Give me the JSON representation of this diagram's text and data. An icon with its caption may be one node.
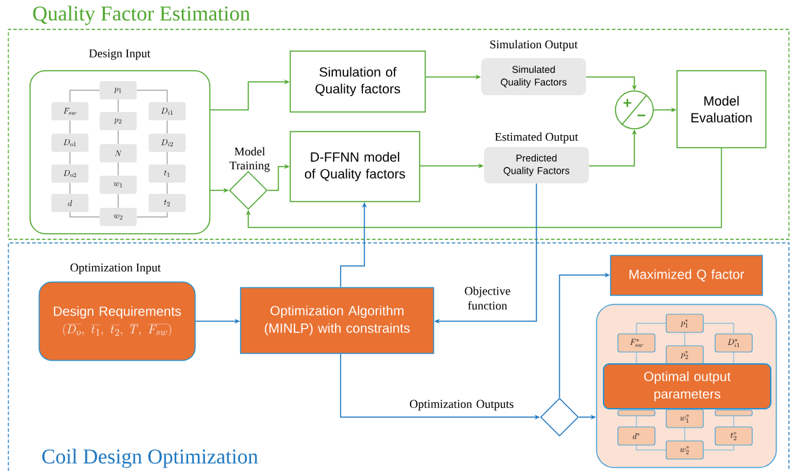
{
  "diagram": {
    "nodes": [
      {
        "text": [
          "Quality Factor Estimation"
        ]
      },
      {
        "text": [
          "Coil Design Optimization"
        ]
      },
      {
        "text": [
          "Design Input"
        ],
        "in": 0
      },
      {
        "text": [
          "p_1"
        ],
        "in": 2
      },
      {
        "text": [
          "F_{sw}"
        ],
        "in": 2
      },
      {
        "text": [
          "D_{i1}"
        ],
        "in": 2
      },
      {
        "text": [
          "p_2"
        ],
        "in": 2
      },
      {
        "text": [
          "D_{o1}"
        ],
        "in": 2
      },
      {
        "text": [
          "D_{i2}"
        ],
        "in": 2
      },
      {
        "text": [
          "N"
        ],
        "in": 2
      },
      {
        "text": [
          "D_{o2}"
        ],
        "in": 2
      },
      {
        "text": [
          "t_1"
        ],
        "in": 2
      },
      {
        "text": [
          "w_1"
        ],
        "in": 2
      },
      {
        "text": [
          "d"
        ],
        "in": 2
      },
      {
        "text": [
          "t_2"
        ],
        "in": 2
      },
      {
        "text": [
          "w_2"
        ],
        "in": 2
      },
      {
        "text": [
          "Simulation of Quality factors"
        ],
        "in": 0
      },
      {
        "text": [
          "Simulation Output",
          "Simulated Quality Factors"
        ],
        "in": 0
      },
      {
        "text": [],
        "shape": "diamond",
        "beside": [
          "Model Training"
        ],
        "in": 0
      },
      {
        "text": [
          "D-FFNN model of Quality factors"
        ],
        "in": 0
      },
      {
        "text": [
          "Estimated Output",
          "Predicted Quality Factors"
        ],
        "in": 0
      },
      {
        "text": [
          "+",
          "−"
        ],
        "in": 0
      },
      {
        "text": [
          "Model Evaluation"
        ],
        "in": 0
      },
      {
        "text": [
          "Optimization Input",
          "Design Requirements",
          "(\\overline{D_o},\\ \\overline{t_1},\\ \\overline{t_2},\\ \\overline{T},\\ \\overline{F_{sw}})"
        ],
        "in": 1
      },
      {
        "text": [
          "Optimization Algorithm (MINLP) with constraints"
        ],
        "in": 1
      },
      {
        "text": [],
        "shape": "diamond",
        "in": 1
      },
      {
        "text": [
          "Maximized Q factor"
        ],
        "in": 1
      },
      {
        "text": [],
        "shape": "box",
        "in": 1
      },
      {
        "text": [
          "p_1^*"
        ],
        "in": 27
      },
      {
        "text": [
          "F_{sw}^*"
        ],
        "in": 27
      },
      {
        "text": [
          "D_{i1}^*"
        ],
        "in": 27
      },
      {
        "text": [
          "p_2^*"
        ],
        "in": 27
      },
      {
        "text": [],
        "shape": "box",
        "in": 27
      },
      {
        "text": [],
        "shape": "box",
        "in": 27
      },
      {
        "text": [
          "w_1^*"
        ],
        "in": 27
      },
      {
        "text": [
          "d^*"
        ],
        "in": 27
      },
      {
        "text": [
          "t_2^*"
        ],
        "in": 27
      },
      {
        "text": [
          "w_2^*"
        ],
        "in": 27
      },
      {
        "text": [
          "Optimal output parameters"
        ],
        "in": 27
      }
    ],
    "edges": [
      {
        "from": 2,
        "to": 16,
        "arrow": "to",
        "color": "#4ea72e"
      },
      {
        "from": 2,
        "to": 18,
        "arrow": "to",
        "color": "#4ea72e"
      },
      {
        "from": 18,
        "to": 19,
        "arrow": "to",
        "color": "#4ea72e"
      },
      {
        "from": 16,
        "to": 17,
        "arrow": "to",
        "color": "#4ea72e"
      },
      {
        "from": 19,
        "to": 20,
        "arrow": "to",
        "color": "#4ea72e"
      },
      {
        "from": 17,
        "to": 21,
        "arrow": "to",
        "color": "#4ea72e"
      },
      {
        "from": 20,
        "to": 21,
        "arrow": "to",
        "color": "#4ea72e"
      },
      {
        "from": 21,
        "to": 22,
        "arrow": "to",
        "color": "#4ea72e"
      },
      {
        "from": 22,
        "to": 18,
        "arrow": "to",
        "color": "#4ea72e"
      },
      {
        "from": 23,
        "to": 24,
        "arrow": "to",
        "color": "#1f78c1"
      },
      {
        "from": 24,
        "to": 19,
        "arrow": "to",
        "color": "#1f78c1"
      },
      {
        "from": 20,
        "to": 24,
        "arrow": "to",
        "color": "#1f78c1",
        "label": "Objective function"
      },
      {
        "from": 24,
        "to": 25,
        "arrow": "to",
        "color": "#1f78c1",
        "label": "Optimization Outputs"
      },
      {
        "from": 25,
        "to": 26,
        "arrow": "to",
        "color": "#1f78c1"
      },
      {
        "from": 25,
        "to": 27,
        "arrow": "to",
        "color": "#1f78c1"
      },
      {
        "from": 3,
        "to": 4,
        "arrow": "none"
      },
      {
        "from": 3,
        "to": 6,
        "arrow": "none"
      },
      {
        "from": 3,
        "to": 5,
        "arrow": "none"
      },
      {
        "from": 4,
        "to": 7,
        "arrow": "none"
      },
      {
        "from": 7,
        "to": 10,
        "arrow": "none"
      },
      {
        "from": 10,
        "to": 13,
        "arrow": "none"
      },
      {
        "from": 13,
        "to": 15,
        "arrow": "none"
      },
      {
        "from": 6,
        "to": 9,
        "arrow": "none"
      },
      {
        "from": 9,
        "to": 12,
        "arrow": "none"
      },
      {
        "from": 12,
        "to": 15,
        "arrow": "none"
      },
      {
        "from": 5,
        "to": 8,
        "arrow": "none"
      },
      {
        "from": 8,
        "to": 11,
        "arrow": "none"
      },
      {
        "from": 11,
        "to": 14,
        "arrow": "none"
      },
      {
        "from": 14,
        "to": 15,
        "arrow": "none"
      },
      {
        "from": 28,
        "to": 29,
        "arrow": "none",
        "color": "#6fb3dc"
      },
      {
        "from": 28,
        "to": 31,
        "arrow": "none",
        "color": "#6fb3dc"
      },
      {
        "from": 28,
        "to": 30,
        "arrow": "none",
        "color": "#6fb3dc"
      },
      {
        "from": 29,
        "to": 38,
        "arrow": "none",
        "color": "#6fb3dc"
      },
      {
        "from": 32,
        "to": 35,
        "arrow": "none",
        "color": "#6fb3dc"
      },
      {
        "from": 35,
        "to": 37,
        "arrow": "none",
        "color": "#6fb3dc"
      },
      {
        "from": 34,
        "to": 37,
        "arrow": "none",
        "color": "#6fb3dc"
      },
      {
        "from": 30,
        "to": 38,
        "arrow": "none",
        "color": "#6fb3dc"
      },
      {
        "from": 33,
        "to": 36,
        "arrow": "none",
        "color": "#6fb3dc"
      },
      {
        "from": 36,
        "to": 37,
        "arrow": "none",
        "color": "#6fb3dc"
      }
    ]
  }
}
